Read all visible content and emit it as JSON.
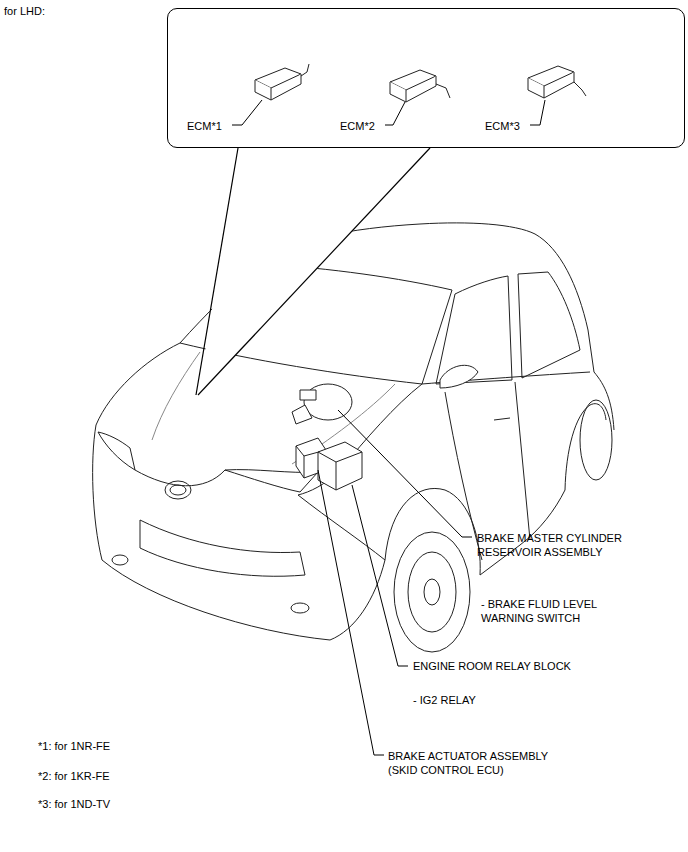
{
  "diagram": {
    "title": "for LHD:",
    "nodes": [
      {
        "text": [
          "ECM*1",
          "ECM*2",
          "ECM*3"
        ]
      }
    ],
    "labels": [
      "BRAKE MASTER CYLINDER RESERVOIR ASSEMBLY",
      "- BRAKE FLUID LEVEL WARNING SWITCH",
      "ENGINE ROOM RELAY BLOCK",
      "- IG2 RELAY",
      "BRAKE ACTUATOR ASSEMBLY (SKID CONTROL ECU)",
      "*1: for 1NR-FE",
      "*2: for 1KR-FE",
      "*3: for 1ND-TV"
    ]
  }
}
